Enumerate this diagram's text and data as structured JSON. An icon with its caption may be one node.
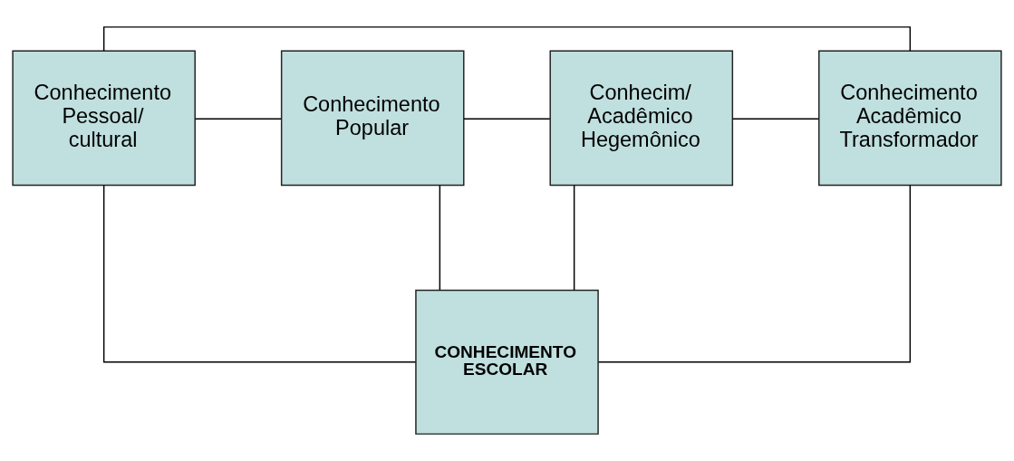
{
  "diagram": {
    "nodes": [
      {
        "text": [
          "Conhecimento Pessoal/ cultural"
        ]
      },
      {
        "text": [
          "Conhecimento Popular"
        ]
      },
      {
        "text": [
          "Conhecim/ Acadêmico Hegemônico"
        ]
      },
      {
        "text": [
          "Conhecimento Acadêmico Transformador"
        ]
      },
      {
        "text": [
          "CONHECIMENTO ESCOLAR"
        ]
      }
    ],
    "edges": [
      {
        "from": 0,
        "to": 1,
        "arrow": "none"
      },
      {
        "from": 1,
        "to": 2,
        "arrow": "none"
      },
      {
        "from": 2,
        "to": 3,
        "arrow": "none"
      },
      {
        "from": 0,
        "to": 3,
        "arrow": "none"
      },
      {
        "from": 0,
        "to": 4,
        "arrow": "none"
      },
      {
        "from": 1,
        "to": 4,
        "arrow": "none"
      },
      {
        "from": 2,
        "to": 4,
        "arrow": "none"
      },
      {
        "from": 3,
        "to": 4,
        "arrow": "none"
      }
    ]
  }
}
